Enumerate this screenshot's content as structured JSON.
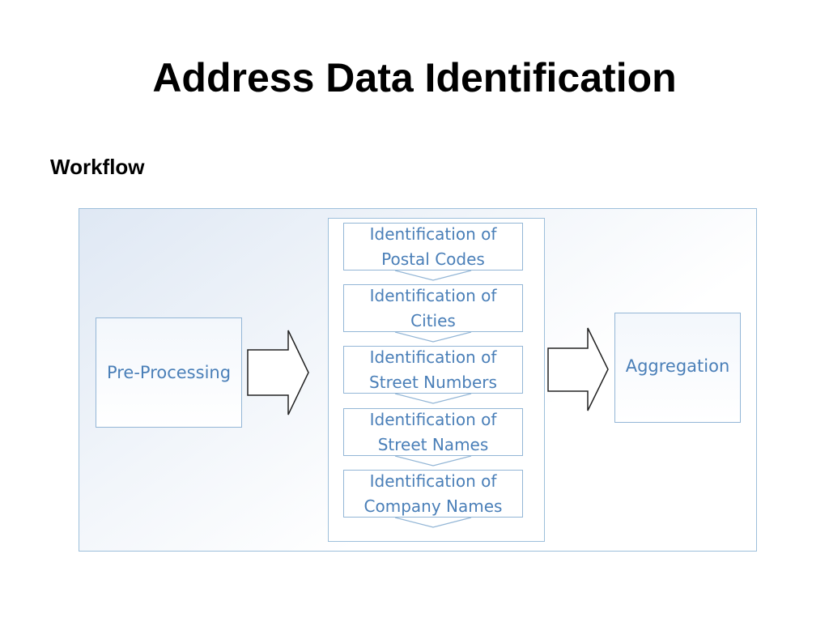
{
  "slide": {
    "title": "Address Data Identification",
    "subtitle": "Workflow"
  },
  "diagram": {
    "left_stage": "Pre-Processing",
    "steps": [
      "Identification of\nPostal Codes",
      "Identification of\nCities",
      "Identification of\nStreet Numbers",
      "Identification of\nStreet Names",
      "Identification of\nCompany Names"
    ],
    "right_stage": "Aggregation"
  },
  "colors": {
    "box_border": "#93b6d6",
    "box_text": "#4a7fb8",
    "frame_border": "#9dbfdb"
  },
  "icons": {
    "flow_arrow": "block-arrow-right",
    "step_connector": "chevron-down"
  }
}
